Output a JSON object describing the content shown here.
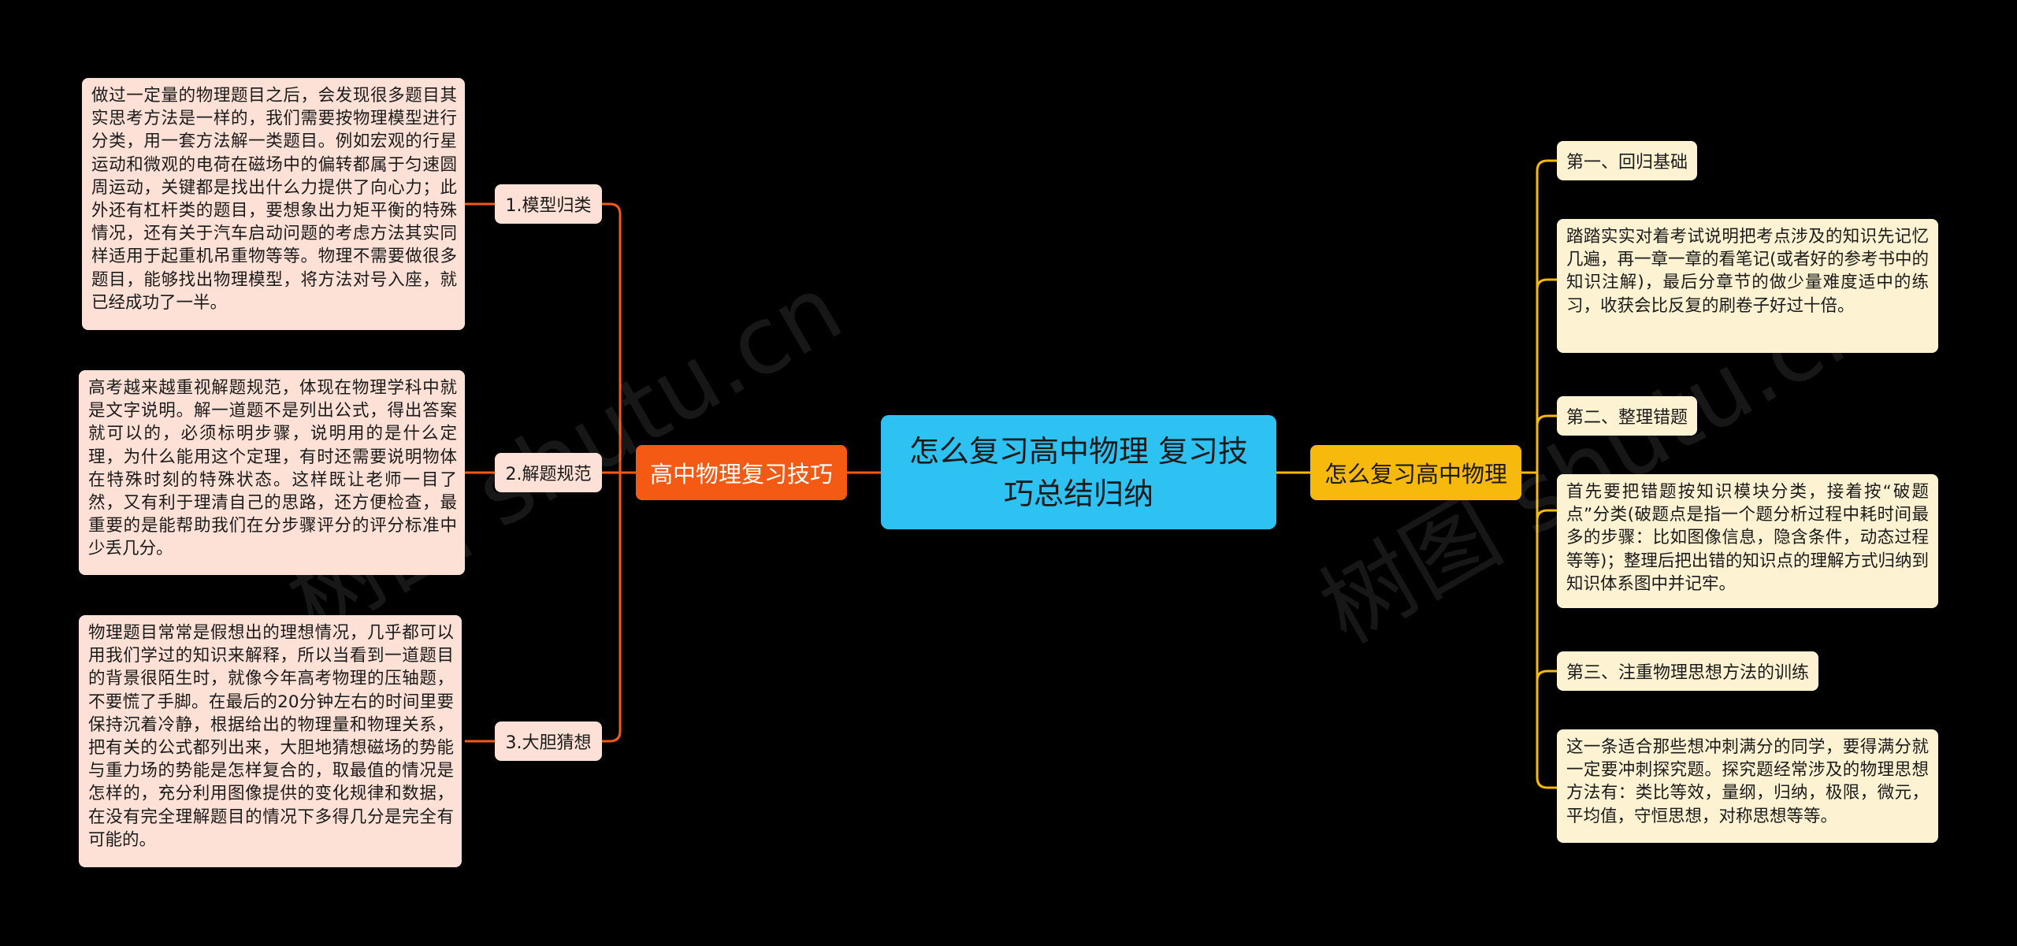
{
  "root": {
    "title": "怎么复习高中物理 复习技巧总结归纳"
  },
  "left_branch": {
    "label": "高中物理复习技巧",
    "children": [
      {
        "label": "1.模型归类",
        "text": "做过一定量的物理题目之后，会发现很多题目其实思考方法是一样的，我们需要按物理模型进行分类，用一套方法解一类题目。例如宏观的行星运动和微观的电荷在磁场中的偏转都属于匀速圆周运动，关键都是找出什么力提供了向心力；此外还有杠杆类的题目，要想象出力矩平衡的特殊情况，还有关于汽车启动问题的考虑方法其实同样适用于起重机吊重物等等。物理不需要做很多题目，能够找出物理模型，将方法对号入座，就已经成功了一半。"
      },
      {
        "label": "2.解题规范",
        "text": "高考越来越重视解题规范，体现在物理学科中就是文字说明。解一道题不是列出公式，得出答案就可以的，必须标明步骤，说明用的是什么定理，为什么能用这个定理，有时还需要说明物体在特殊时刻的特殊状态。这样既让老师一目了然，又有利于理清自己的思路，还方便检查，最重要的是能帮助我们在分步骤评分的评分标准中少丢几分。"
      },
      {
        "label": "3.大胆猜想",
        "text": "物理题目常常是假想出的理想情况，几乎都可以用我们学过的知识来解释，所以当看到一道题目的背景很陌生时，就像今年高考物理的压轴题，不要慌了手脚。在最后的20分钟左右的时间里要保持沉着冷静，根据给出的物理量和物理关系，把有关的公式都列出来，大胆地猜想磁场的势能与重力场的势能是怎样复合的，取最值的情况是怎样的，充分利用图像提供的变化规律和数据，在没有完全理解题目的情况下多得几分是完全有可能的。"
      }
    ]
  },
  "right_branch": {
    "label": "怎么复习高中物理",
    "children": [
      {
        "label": "第一、回归基础",
        "text": "踏踏实实对着考试说明把考点涉及的知识先记忆几遍，再一章一章的看笔记(或者好的参考书中的知识注解)，最后分章节的做少量难度适中的练习，收获会比反复的刷卷子好过十倍。"
      },
      {
        "label": "第二、整理错题",
        "text": "首先要把错题按知识模块分类，接着按“破题点”分类(破题点是指一个题分析过程中耗时间最多的步骤：比如图像信息，隐含条件，动态过程等等)；整理后把出错的知识点的理解方式归纳到知识体系图中并记牢。"
      },
      {
        "label": "第三、注重物理思想方法的训练",
        "text": "这一条适合那些想冲刺满分的同学，要得满分就一定要冲刺探究题。探究题经常涉及的物理思想方法有：类比等效，量纲，归纳，极限，微元，平均值，守恒思想，对称思想等等。"
      }
    ]
  },
  "watermarks": [
    "树图 shutu.cn",
    "树图 shutu.cn"
  ],
  "colors": {
    "root": "#2ec2f3",
    "left_branch": "#f45a14",
    "left_leaf": "#fde1d6",
    "right_branch": "#f6b90c",
    "right_leaf": "#fdf3d3",
    "left_line": "#f45a14",
    "right_line": "#f6b90c",
    "background": "#000000"
  }
}
